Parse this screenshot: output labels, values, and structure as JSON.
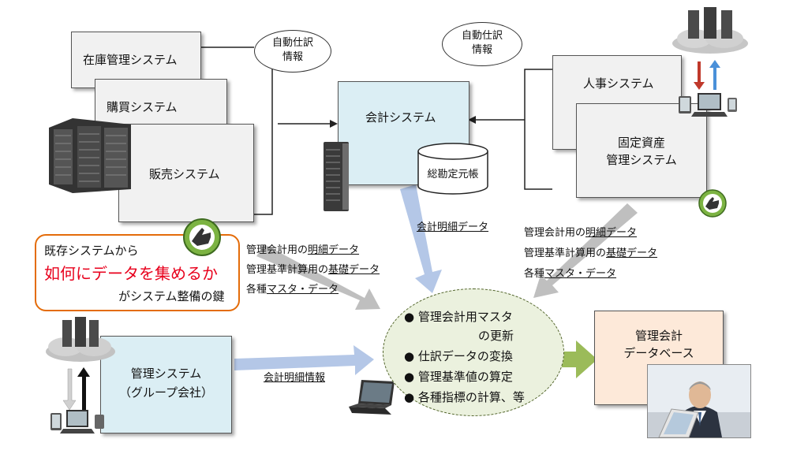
{
  "left_systems": {
    "inventory": "在庫管理システム",
    "purchasing": "購買システム",
    "sales": "販売システム"
  },
  "bubble_left": [
    "自動仕訳",
    "情報"
  ],
  "bubble_right": [
    "自動仕訳",
    "情報"
  ],
  "accounting": {
    "title": "会計システム",
    "ledger": "総勘定元帳"
  },
  "right_systems": {
    "hr": "人事システム",
    "fixed_assets": [
      "固定資産",
      "管理システム"
    ]
  },
  "callout": {
    "line1": "既存システムから",
    "line2": "如何にデータを集めるか",
    "line3": "がシステム整備の鍵"
  },
  "left_flow_labels": {
    "l1_prefix": "管理会計用の",
    "l1_link": "明細データ",
    "l2_prefix": "管理基準計算用の",
    "l2_link": "基礎データ",
    "l3_prefix": "各種",
    "l3_link": "マスタ・データ"
  },
  "right_flow_labels": {
    "l1_prefix": "管理会計用の",
    "l1_link": "明細データ",
    "l2_prefix": "管理基準計算用の",
    "l2_link": "基礎データ",
    "l3_prefix": "各種",
    "l3_link": "マスタ・データ"
  },
  "center_flow_label": "会計明細データ",
  "group_system": [
    "管理システム",
    "（グループ会社）"
  ],
  "group_flow_label": "会計明細情報",
  "process": {
    "item1a": "管理会計用マスタ",
    "item1b": "の更新",
    "item2": "仕訳データの変換",
    "item3": "管理基準値の算定",
    "item4": "各種指標の計算、等"
  },
  "db": [
    "管理会計",
    "データベース"
  ],
  "colors": {
    "accounting_fill": "#dbeef4",
    "group_fill": "#dbeef4",
    "db_fill": "#fde9d9",
    "process_fill": "#ebf1de",
    "callout_border": "#e46c0a",
    "callout_red": "#e8001c",
    "arrow_blue": "#b4c7e7",
    "arrow_gray": "#bfbfbf",
    "arrow_green": "#9bbb59"
  }
}
